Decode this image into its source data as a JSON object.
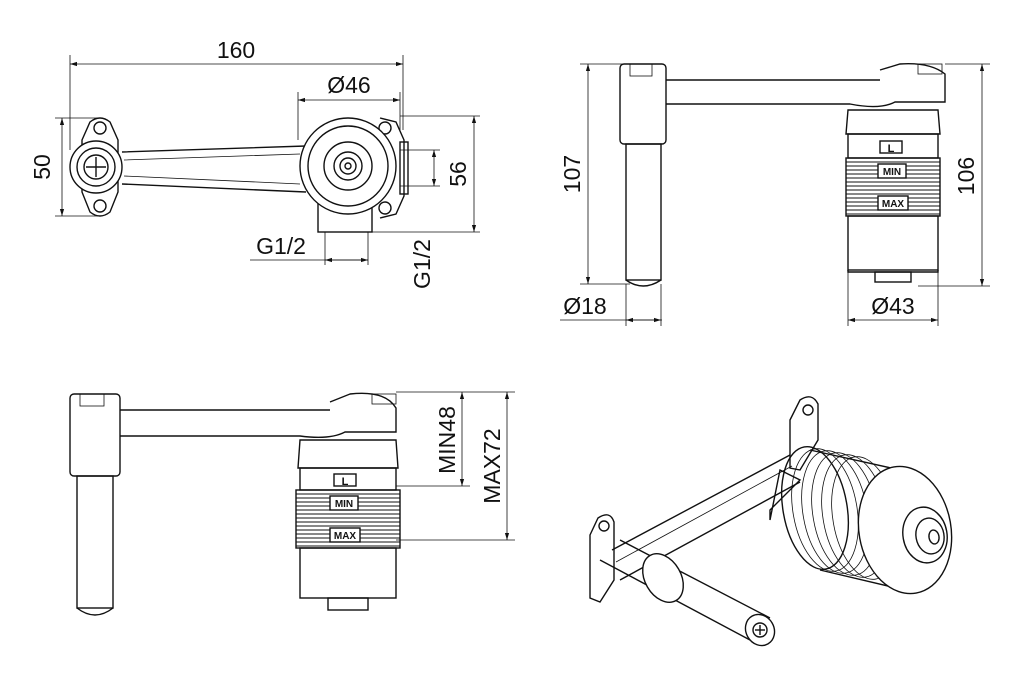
{
  "top_view": {
    "overall_length": "160",
    "body_diameter": "Ø46",
    "height": "50",
    "body_height": "56",
    "thread_horizontal": "G1/2",
    "thread_vertical": "G1/2"
  },
  "side_view": {
    "height_left": "107",
    "height_right": "106",
    "pipe_diameter": "Ø18",
    "body_diameter": "Ø43",
    "label_l": "L",
    "label_min": "MIN",
    "label_max": "MAX"
  },
  "front_view": {
    "min_depth": "MIN48",
    "max_depth": "MAX72",
    "label_l": "L",
    "label_min": "MIN",
    "label_max": "MAX"
  }
}
